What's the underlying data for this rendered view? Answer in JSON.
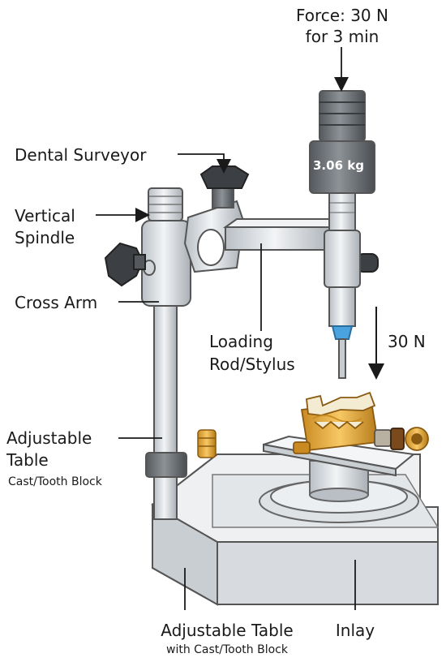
{
  "labels": {
    "force_line1": "Force: 30 N",
    "force_line2": "for 3 min",
    "weight": "3.06 kg",
    "dental_surveyor": "Dental Surveyor",
    "vertical_line1": "Vertical",
    "vertical_line2": "Spindle",
    "cross_arm": "Cross Arm",
    "loading_line1": "Loading",
    "loading_line2": "Rod/Stylus",
    "load_value": "30 N",
    "adjustable_line1": "Adjustable",
    "adjustable_line2": "Table",
    "cast_block": "Cast/Tooth Block",
    "bottom_line1": "Adjustable Table",
    "bottom_line2": "with Cast/Tooth Block",
    "inlay": "Inlay"
  },
  "colors": {
    "metal_light": "#e9ecef",
    "metal_mid": "#c7ccd1",
    "metal_dark": "#8f959b",
    "knob": "#3c3f43",
    "weight": "#6e7378",
    "gold": "#f2b84a",
    "tooth": "#f4ecd2",
    "tip_blue": "#4aa3df"
  }
}
